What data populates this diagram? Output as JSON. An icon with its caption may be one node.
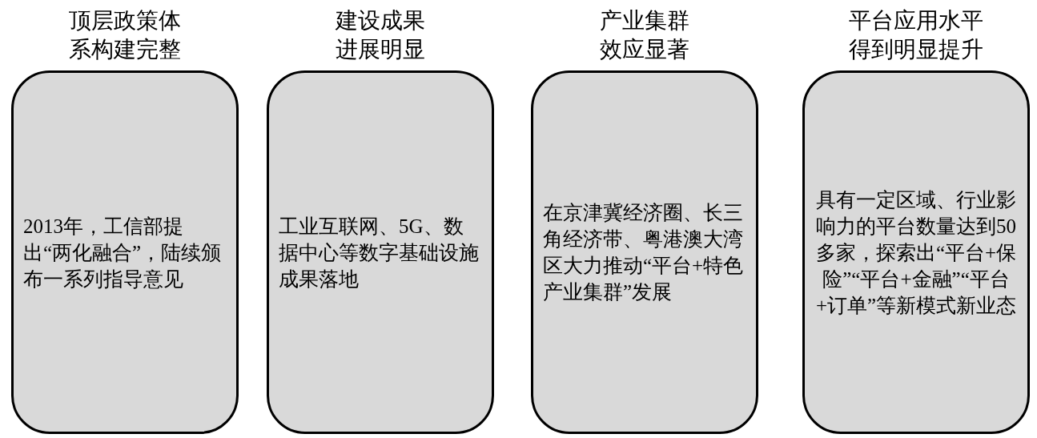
{
  "diagram": {
    "nodes": [
      {
        "text": [
          "顶层政策体系构建完整",
          "2013年，工信部提出“两化融合”，陆续颁布一系列指导意见"
        ]
      },
      {
        "text": [
          "建设成果进展明显",
          "工业互联网、5G、数据中心等数字基础设施成果落地"
        ]
      },
      {
        "text": [
          "产业集群效应显著",
          "在京津冀经济圈、长三角经济带、粤港澳大湾区大力推动“平台+特色产业集群”发展"
        ]
      },
      {
        "text": [
          "平台应用水平得到明显提升",
          "具有一定区域、行业影响力的平台数量达到50多家，探索出“平台+保险”“平台+金融”“平台+订单”等新模式新业态"
        ]
      }
    ],
    "edges": []
  }
}
